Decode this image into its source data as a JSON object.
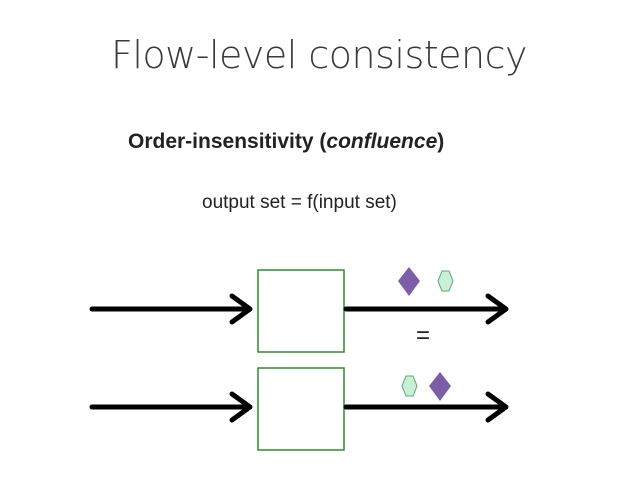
{
  "slide": {
    "title": "Flow-level consistency",
    "subtitle_prefix": "Order-insensitivity (",
    "subtitle_emphasis": "confluence",
    "subtitle_suffix": ")",
    "formula": "output set = f(input set)",
    "equals_sign": "="
  },
  "colors": {
    "arrow": "#000000",
    "box_border": "#2e8b2e",
    "diamond_fill": "#7b5ea7",
    "hexagon_fill": "#c9efd6",
    "hexagon_border": "#5aa870"
  },
  "diagram": {
    "flows": [
      {
        "name": "top-flow",
        "output_order": [
          "diamond",
          "hexagon"
        ]
      },
      {
        "name": "bottom-flow",
        "output_order": [
          "hexagon",
          "diamond"
        ]
      }
    ]
  }
}
